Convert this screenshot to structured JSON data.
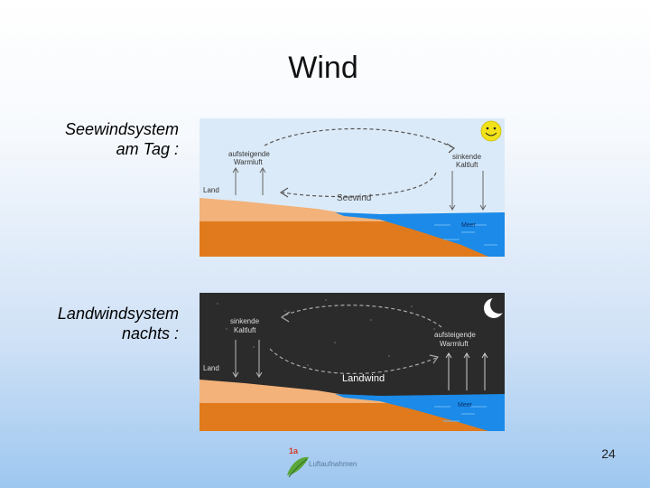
{
  "slide": {
    "title": "Wind",
    "page_number": "24"
  },
  "day_panel": {
    "caption_line1": "Seewindsystem",
    "caption_line2": "am Tag :",
    "label_rising": [
      "aufsteigende",
      "Warmluft"
    ],
    "label_sinking": [
      "sinkende",
      "Kaltluft"
    ],
    "label_land": "Land",
    "label_wind": "Seewind",
    "label_sea": "Meer",
    "icon": "sun-icon"
  },
  "night_panel": {
    "caption_line1": "Landwindsystem",
    "caption_line2": "nachts :",
    "label_sinking": [
      "sinkende",
      "Kaltluft"
    ],
    "label_rising": [
      "aufsteigende",
      "Warmluft"
    ],
    "label_land": "Land",
    "label_wind": "Landwind",
    "label_sea": "Meer",
    "icon": "moon-icon"
  },
  "logo": {
    "mark": "1a",
    "text": "Luftaufnahmen"
  },
  "colors": {
    "day_sky": "#dbeaf8",
    "night_sky": "#2b2b2b",
    "land": "#e07a1c",
    "land_top": "#f2b27a",
    "sea": "#1b8ae8",
    "sun": "#f2e21a"
  }
}
